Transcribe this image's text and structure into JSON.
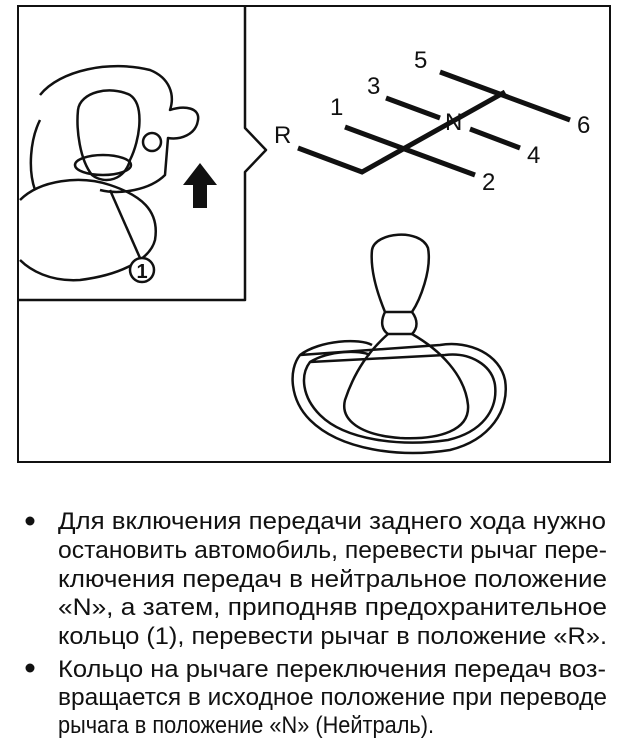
{
  "figure": {
    "gear_labels": {
      "r": "R",
      "n": "N",
      "g1": "1",
      "g2": "2",
      "g3": "3",
      "g4": "4",
      "g5": "5",
      "g6": "6"
    },
    "callout": "1"
  },
  "bullets": [
    {
      "lines": [
        "Для включения передачи заднего хода нужно",
        "остановить автомобиль, перевести рычаг пере-",
        "ключения передач в нейтральное положение",
        "«N», а затем, приподняв предохранительное",
        "кольцо (1), перевести рычаг в положение «R»."
      ]
    },
    {
      "lines": [
        "Кольцо на рычаге переключения передач воз-",
        "вращается в исходное положение при переводе",
        "рычага в положение «N» (Нейтраль)."
      ]
    }
  ]
}
